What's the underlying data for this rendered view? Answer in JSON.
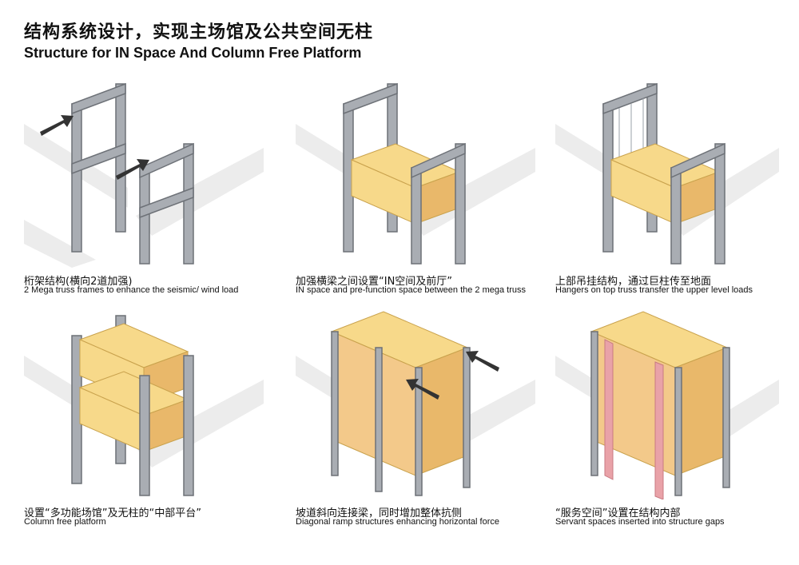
{
  "title": {
    "zh": "结构系统设计，实现主场馆及公共空间无柱",
    "en": "Structure for IN Space And Column Free Platform"
  },
  "panels": [
    {
      "zh": "桁架结构(横向2道加强)",
      "en": "2 Mega truss frames to enhance the seismic/ wind load"
    },
    {
      "zh": "加强横梁之间设置“IN空间及前厅”",
      "en": "IN space and pre-function space between the 2 mega truss"
    },
    {
      "zh": "上部吊挂结构，通过巨柱传至地面",
      "en": "Hangers on top truss transfer the upper level loads"
    },
    {
      "zh": "设置“多功能场馆”及无柱的“中部平台”",
      "en": "Column free platform"
    },
    {
      "zh": "坡道斜向连接梁，同时增加整体抗侧",
      "en": "Diagonal ramp structures enhancing horizontal force"
    },
    {
      "zh": "“服务空间”设置在结构内部",
      "en": "Servant spaces inserted into structure gaps"
    }
  ],
  "colors": {
    "steel": "#a9adb3",
    "steel_edge": "#6d7177",
    "volume": "#f7d98a",
    "volume_side": "#e9b86a",
    "service": "#e9a2a8",
    "ground": "#ececec"
  }
}
